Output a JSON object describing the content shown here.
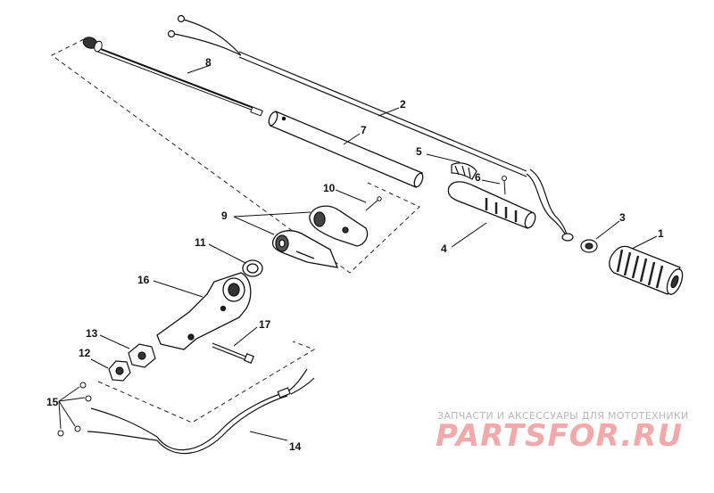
{
  "diagram": {
    "callouts": [
      "1",
      "2",
      "3",
      "4",
      "5",
      "6",
      "7",
      "8",
      "9",
      "10",
      "11",
      "12",
      "13",
      "14",
      "15",
      "16",
      "17"
    ]
  },
  "watermark": {
    "line1": "ЗАПЧАСТИ И АКСЕССУАРЫ ДЛЯ МОТОТЕХНИКИ",
    "line2": "PARTSFOR.RU",
    "color": "#f3a9a9"
  }
}
